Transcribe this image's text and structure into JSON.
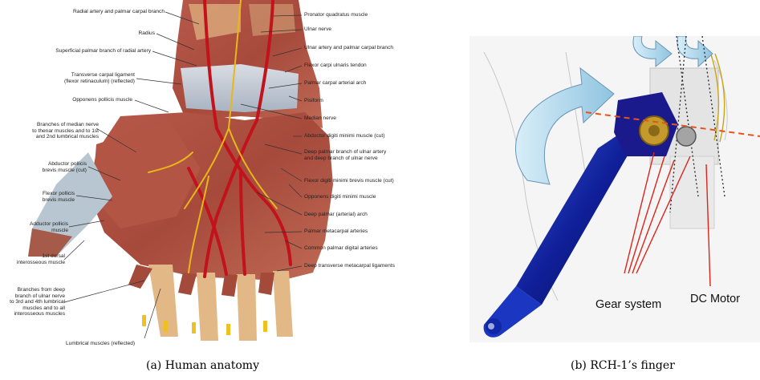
{
  "figure": {
    "captions": {
      "a": "(a)  Human anatomy",
      "b": "(b)  RCH-1’s finger"
    },
    "anatomy_labels_left": [
      "Radial artery and palmar carpal branch",
      "Radius",
      "Superficial palmar branch of radial artery",
      "Transverse carpal ligament\n(flexor retinaculum) (reflected)",
      "Opponens pollicis muscle",
      "Branches of median nerve\nto thenar muscles and to 1st\nand 2nd lumbrical muscles",
      "Abductor pollicis\nbrevis muscle (cut)",
      "Flexor pollicis\nbrevis muscle",
      "Adductor pollicis\nmuscle",
      "1st dorsal\ninterosseous muscle",
      "Branches from deep\nbranch of ulnar nerve\nto 3rd and 4th lumbrical\nmuscles and to all\ninterosseous muscles",
      "Lumbrical muscles (reflected)"
    ],
    "anatomy_labels_right": [
      "Pronator quadratus muscle",
      "Ulnar nerve",
      "Ulnar artery and palmar carpal branch",
      "Flexor carpi ulnaris tendon",
      "Palmar carpal arterial arch",
      "Pisiform",
      "Median nerve",
      "Abductor digiti minimi muscle (cut)",
      "Deep palmar branch of ulnar artery\nand deep branch of ulnar nerve",
      "Flexor digiti minimi brevis muscle (cut)",
      "Opponens digiti minimi muscle",
      "Deep palmar (arterial) arch",
      "Palmar metacarpal arteries",
      "Common palmar digital arteries",
      "Deep transverse metacarpal ligaments"
    ],
    "finger_labels": {
      "gear": "Gear system",
      "motor": "DC Motor"
    }
  }
}
